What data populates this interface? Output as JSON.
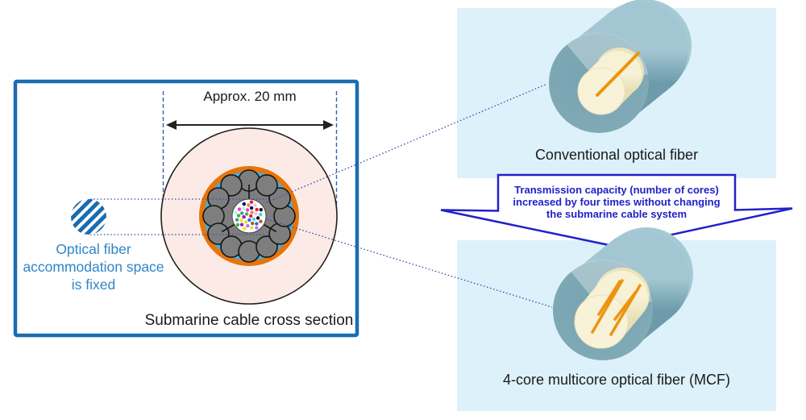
{
  "colors": {
    "box_border_blue": "#1A6CB0",
    "panel_background": "#DDF1FB",
    "cable_sheath_pink": "#FCEAE6",
    "cable_jacket_orange": "#E5750C",
    "cable_inner_cyan": "#45AEE4",
    "wire_gray": "#7E7E7E",
    "fiber_space_white": "#FFFFFF",
    "hatch_blue": "#1A6CB0",
    "callout_blue": "#2121C9",
    "label_blue": "#2E86C8",
    "label_black": "#1A1A1A",
    "connector_navy": "#3B52A6",
    "fiber_cladding_teal": "#7FA8B5",
    "fiber_inner_cream": "#F2ECC9",
    "fiber_core_orange": "#EC9410"
  },
  "left_box": {
    "dimension_label": "Approx. 20 mm",
    "caption": "Submarine cable cross section",
    "fiber_space_note": [
      "Optical fiber",
      "accommodation space",
      "is fixed"
    ]
  },
  "cable": {
    "armor_wire_count": 12,
    "fiber_dot_count": 34,
    "fiber_dot_palette": [
      "#e6194b",
      "#3cb44b",
      "#4363d8",
      "#f58231",
      "#911eb4",
      "#42d4f4",
      "#f032e6",
      "#bfef45",
      "#fabed4",
      "#469990",
      "#9a6324",
      "#000075",
      "#ffe119",
      "#111111",
      "#aaffc3",
      "#cc66ff"
    ]
  },
  "right_side": {
    "top_panel_label": "Conventional optical fiber",
    "bottom_panel_label": "4-core multicore optical fiber (MCF)",
    "mcf_core_count": 4,
    "callout_lines": [
      "Transmission capacity (number of cores)",
      "increased by four times without changing",
      "the submarine cable system"
    ]
  }
}
